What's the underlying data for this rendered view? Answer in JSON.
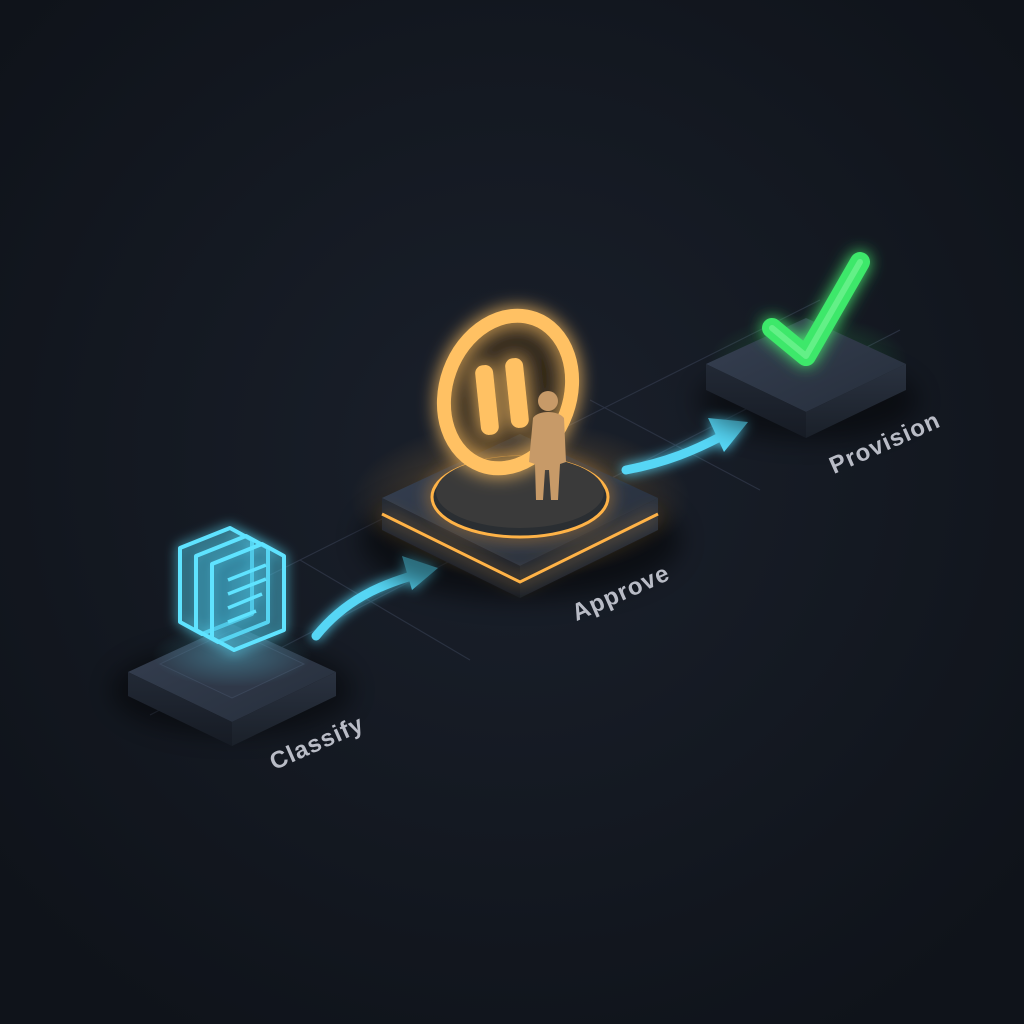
{
  "diagram": {
    "steps": [
      {
        "label": "Classify",
        "icon": "document-stack-icon",
        "color": "#5fe3ff"
      },
      {
        "label": "Approve",
        "icon": "pause-person-icon",
        "color": "#ffb347"
      },
      {
        "label": "Provision",
        "icon": "checkmark-icon",
        "color": "#3ee86b"
      }
    ],
    "colors": {
      "background": "#12161f",
      "platform_top": "#2c3443",
      "platform_side": "#1b212c",
      "arrow": "#56d6f5",
      "label": "#b9bcc6"
    }
  }
}
